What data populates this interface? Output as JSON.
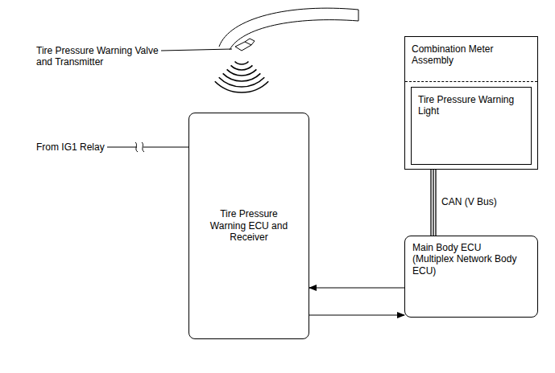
{
  "diagram": {
    "nodes": [
      {
        "text": [
          "Combination Meter Assembly"
        ]
      },
      {
        "text": [
          "Tire Pressure Warning Light"
        ],
        "in": 0
      },
      {
        "text": [
          "Tire Pressure Warning ECU and Receiver"
        ]
      },
      {
        "text": [
          "Main Body ECU (Multiplex Network Body ECU)"
        ]
      }
    ],
    "edges": [
      {
        "from": 0,
        "to": 3,
        "arrow": "none",
        "label": "CAN (V Bus)"
      },
      {
        "from": 3,
        "to": 2,
        "arrow": "to"
      },
      {
        "from": 2,
        "to": 3,
        "arrow": "to"
      }
    ],
    "labels": [
      "Tire Pressure Warning Valve and Transmitter",
      "From IG1 Relay"
    ]
  }
}
